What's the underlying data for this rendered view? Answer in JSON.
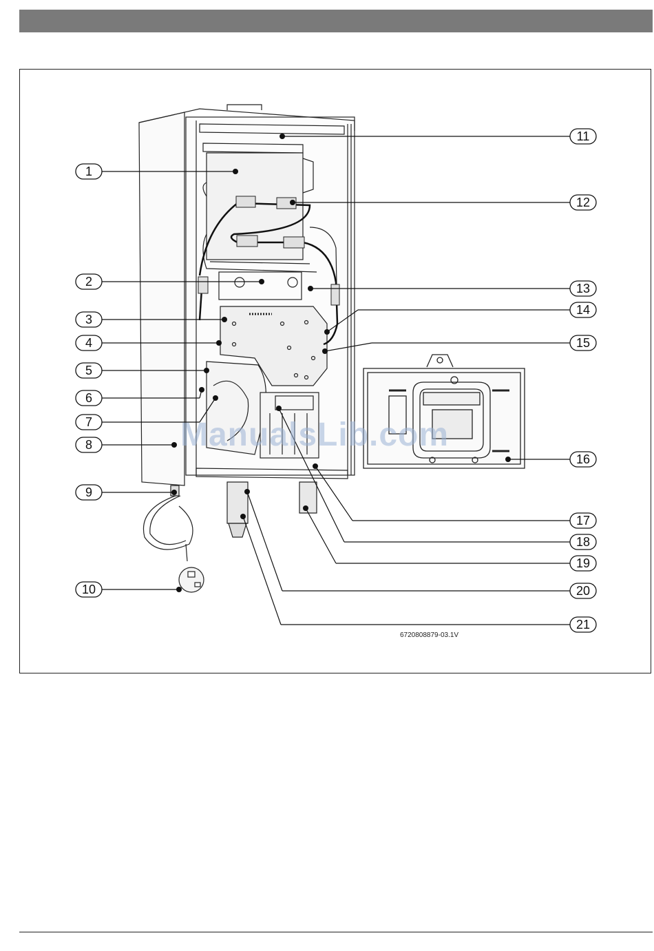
{
  "figure": {
    "code": "6720808879-03.1V",
    "watermark": "ManualsLib.com"
  },
  "callouts": [
    "1",
    "2",
    "3",
    "4",
    "5",
    "6",
    "7",
    "8",
    "9",
    "10",
    "11",
    "12",
    "13",
    "14",
    "15",
    "16",
    "17",
    "18",
    "19",
    "20",
    "21"
  ]
}
